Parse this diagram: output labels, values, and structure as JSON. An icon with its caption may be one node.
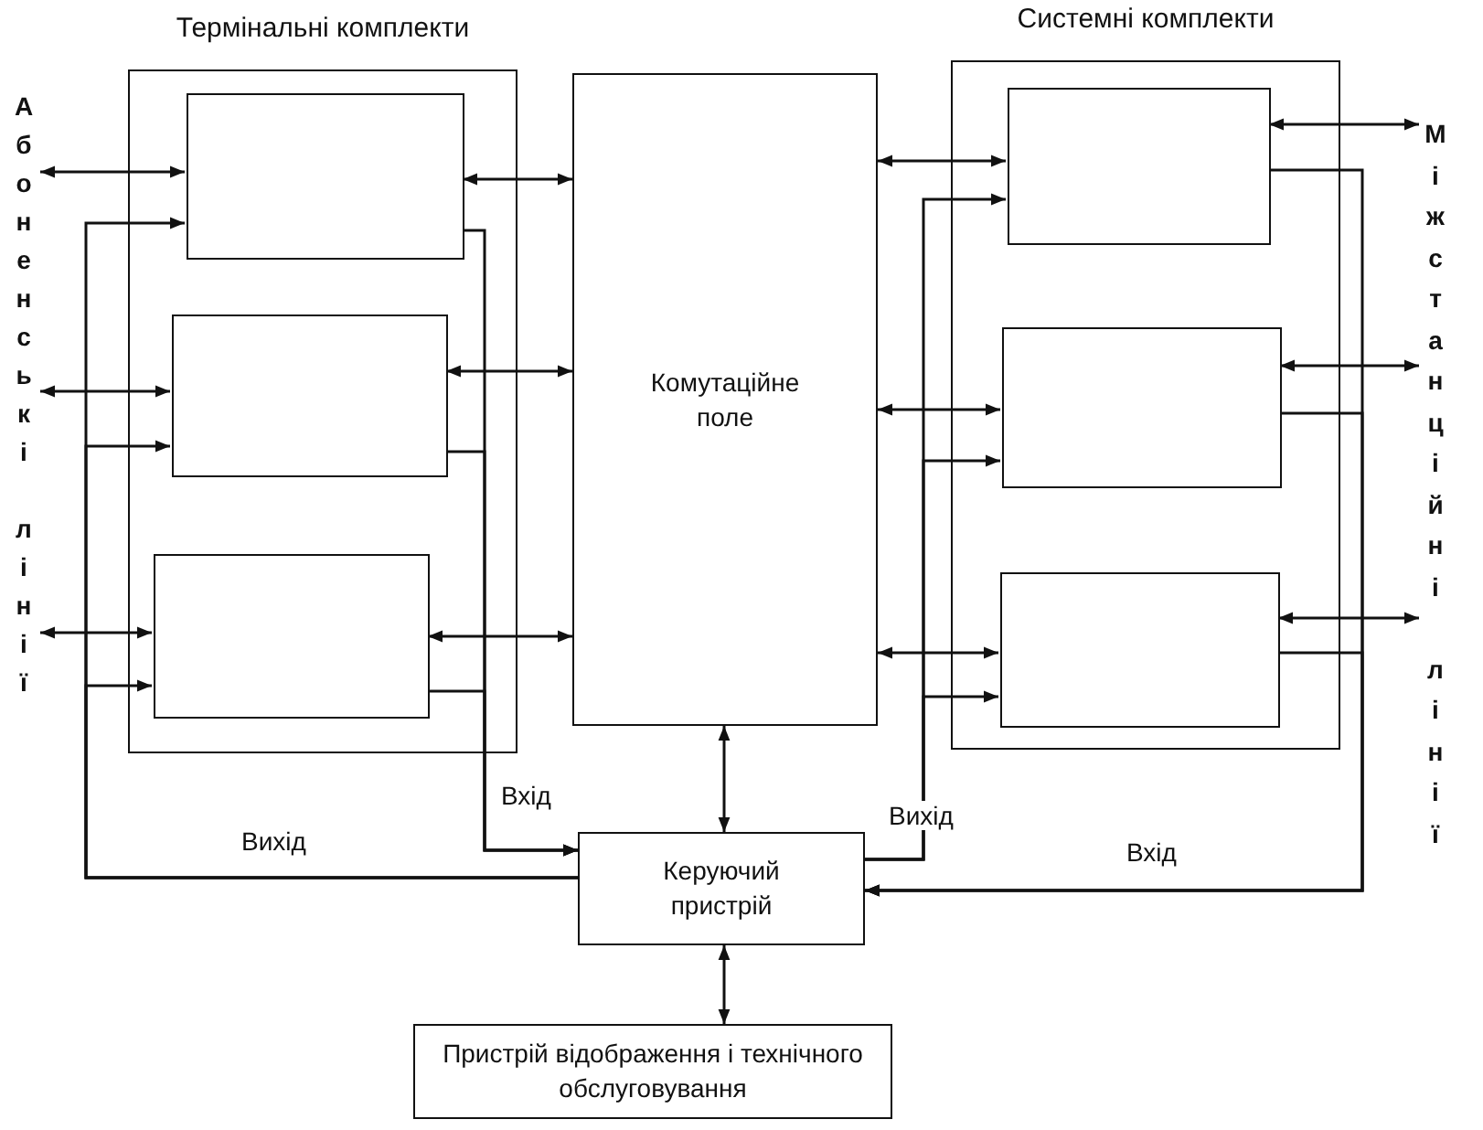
{
  "diagram": {
    "nodes": [
      {
        "text": [
          "Термінальні комплекти"
        ]
      },
      {
        "text": [],
        "shape": "box",
        "in": 0
      },
      {
        "text": [],
        "shape": "box",
        "in": 0
      },
      {
        "text": [],
        "shape": "box",
        "in": 0
      },
      {
        "text": [
          "Комутаційне поле"
        ]
      },
      {
        "text": [
          "Системні комплекти"
        ]
      },
      {
        "text": [],
        "shape": "box",
        "in": 5
      },
      {
        "text": [],
        "shape": "box",
        "in": 5
      },
      {
        "text": [],
        "shape": "box",
        "in": 5
      },
      {
        "text": [
          "Керуючий пристрій"
        ]
      },
      {
        "text": [
          "Пристрій відображення і технічного обслуговування"
        ]
      },
      {
        "text": [
          "Абоненські лінії"
        ]
      },
      {
        "text": [
          "Міжстанційні лінії"
        ]
      }
    ],
    "edges": [
      {
        "from": 11,
        "to": 1,
        "arrow": "both"
      },
      {
        "from": 11,
        "to": 2,
        "arrow": "both"
      },
      {
        "from": 11,
        "to": 3,
        "arrow": "both"
      },
      {
        "from": 1,
        "to": 4,
        "arrow": "both"
      },
      {
        "from": 2,
        "to": 4,
        "arrow": "both"
      },
      {
        "from": 3,
        "to": 4,
        "arrow": "both"
      },
      {
        "from": 4,
        "to": 6,
        "arrow": "both"
      },
      {
        "from": 4,
        "to": 7,
        "arrow": "both"
      },
      {
        "from": 4,
        "to": 8,
        "arrow": "both"
      },
      {
        "from": 6,
        "to": 12,
        "arrow": "both"
      },
      {
        "from": 7,
        "to": 12,
        "arrow": "both"
      },
      {
        "from": 8,
        "to": 12,
        "arrow": "both"
      },
      {
        "from": 4,
        "to": 9,
        "arrow": "both"
      },
      {
        "from": 9,
        "to": 10,
        "arrow": "both"
      },
      {
        "from": 9,
        "to": 1,
        "arrow": "to",
        "label": "Вихід"
      },
      {
        "from": 9,
        "to": 2,
        "arrow": "to"
      },
      {
        "from": 9,
        "to": 3,
        "arrow": "to"
      },
      {
        "from": 1,
        "to": 9,
        "arrow": "to",
        "label": "Вхід"
      },
      {
        "from": 2,
        "to": 9,
        "arrow": "to"
      },
      {
        "from": 3,
        "to": 9,
        "arrow": "to"
      },
      {
        "from": 9,
        "to": 6,
        "arrow": "to",
        "label": "Вихід"
      },
      {
        "from": 9,
        "to": 7,
        "arrow": "to"
      },
      {
        "from": 9,
        "to": 8,
        "arrow": "to"
      },
      {
        "from": 6,
        "to": 9,
        "arrow": "to",
        "label": "Вхід"
      },
      {
        "from": 7,
        "to": 9,
        "arrow": "to"
      },
      {
        "from": 8,
        "to": 9,
        "arrow": "to"
      }
    ]
  }
}
